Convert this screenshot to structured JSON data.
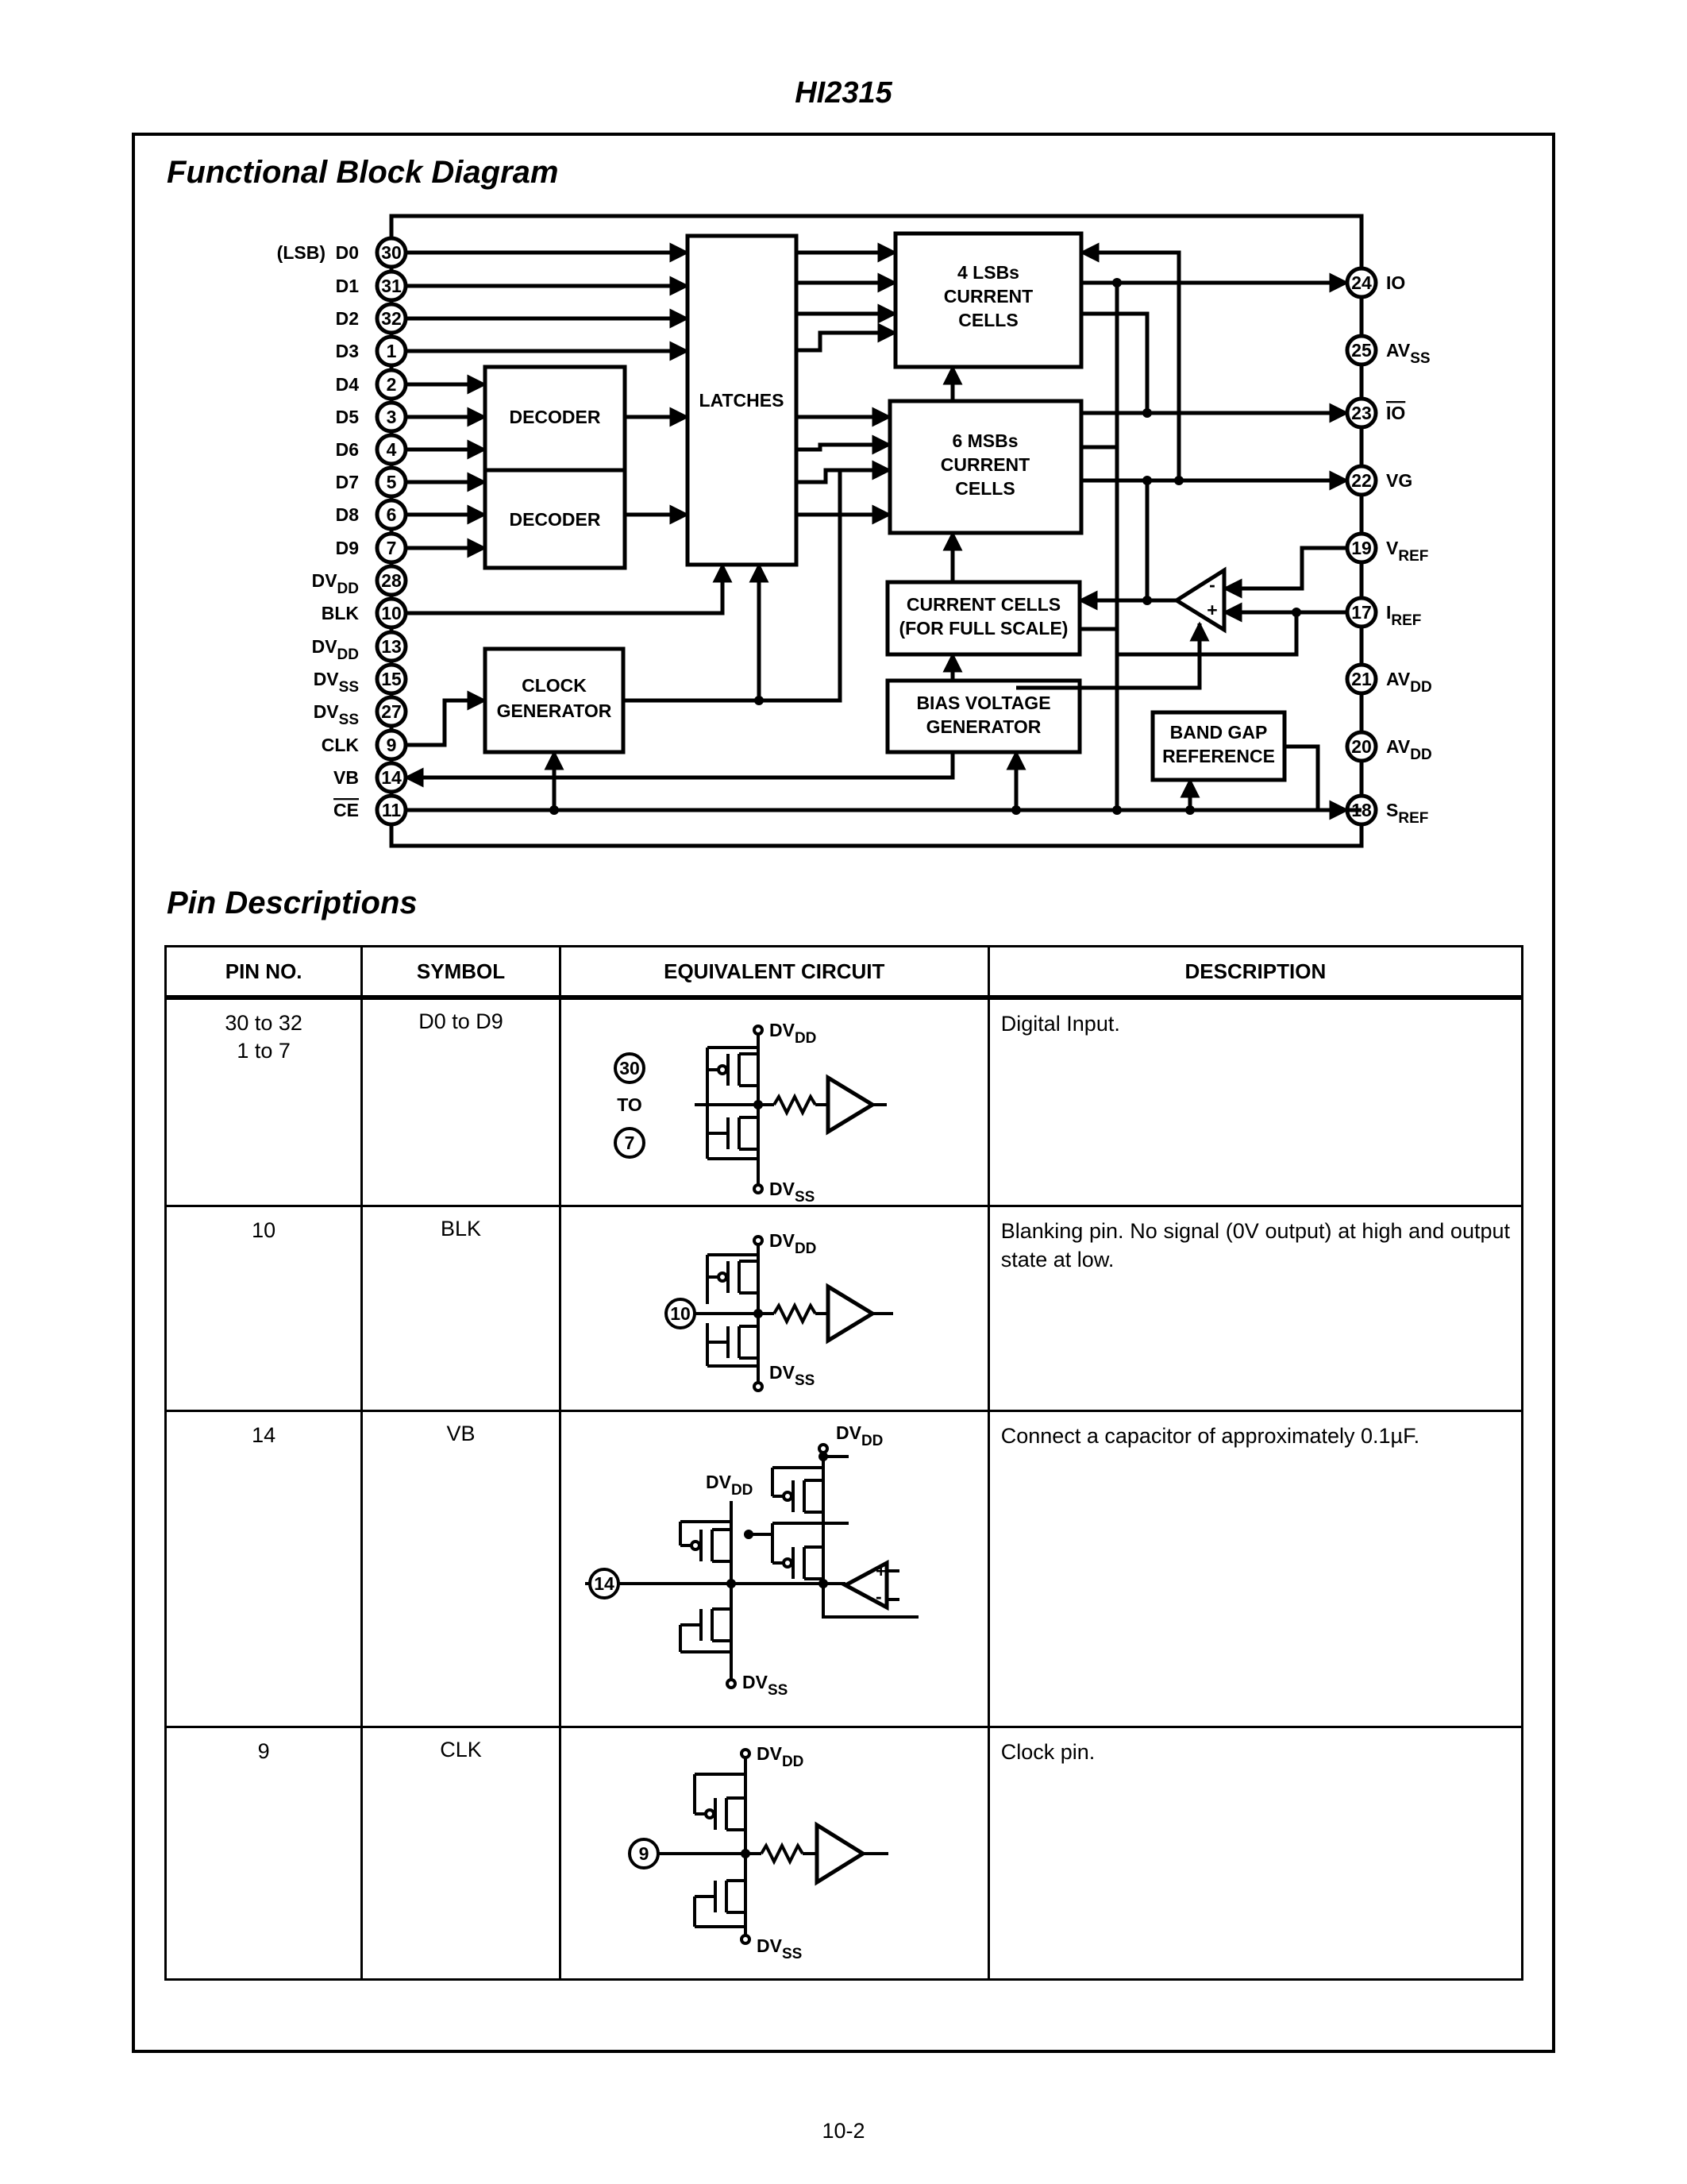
{
  "header": {
    "title": "HI2315"
  },
  "block_diagram": {
    "section_title": "Functional Block Diagram",
    "left_pins": [
      {
        "prefix": "(LSB)",
        "label": "D0",
        "sub": "",
        "pin": "30"
      },
      {
        "prefix": "",
        "label": "D1",
        "sub": "",
        "pin": "31"
      },
      {
        "prefix": "",
        "label": "D2",
        "sub": "",
        "pin": "32"
      },
      {
        "prefix": "",
        "label": "D3",
        "sub": "",
        "pin": "1"
      },
      {
        "prefix": "",
        "label": "D4",
        "sub": "",
        "pin": "2"
      },
      {
        "prefix": "",
        "label": "D5",
        "sub": "",
        "pin": "3"
      },
      {
        "prefix": "",
        "label": "D6",
        "sub": "",
        "pin": "4"
      },
      {
        "prefix": "",
        "label": "D7",
        "sub": "",
        "pin": "5"
      },
      {
        "prefix": "",
        "label": "D8",
        "sub": "",
        "pin": "6"
      },
      {
        "prefix": "",
        "label": "D9",
        "sub": "",
        "pin": "7"
      },
      {
        "prefix": "",
        "label": "DV",
        "sub": "DD",
        "pin": "28"
      },
      {
        "prefix": "",
        "label": "BLK",
        "sub": "",
        "pin": "10"
      },
      {
        "prefix": "",
        "label": "DV",
        "sub": "DD",
        "pin": "13"
      },
      {
        "prefix": "",
        "label": "DV",
        "sub": "SS",
        "pin": "15"
      },
      {
        "prefix": "",
        "label": "DV",
        "sub": "SS",
        "pin": "27"
      },
      {
        "prefix": "",
        "label": "CLK",
        "sub": "",
        "pin": "9"
      },
      {
        "prefix": "",
        "label": "VB",
        "sub": "",
        "pin": "14"
      },
      {
        "prefix": "",
        "label": "CE",
        "sub": "",
        "pin": "11",
        "overline": true
      }
    ],
    "right_pins": [
      {
        "label": "IO",
        "sub": "",
        "pin": "24"
      },
      {
        "label": "AV",
        "sub": "SS",
        "pin": "25"
      },
      {
        "label": "IO",
        "sub": "",
        "pin": "23",
        "overline": true
      },
      {
        "label": "VG",
        "sub": "",
        "pin": "22"
      },
      {
        "label": "V",
        "sub": "REF",
        "pin": "19"
      },
      {
        "label": "I",
        "sub": "REF",
        "pin": "17"
      },
      {
        "label": "AV",
        "sub": "DD",
        "pin": "21"
      },
      {
        "label": "AV",
        "sub": "DD",
        "pin": "20"
      },
      {
        "label": "S",
        "sub": "REF",
        "pin": "18"
      }
    ],
    "blocks": {
      "decoder_1": "DECODER",
      "decoder_2": "DECODER",
      "latches": "LATCHES",
      "lsb_cells": [
        "4 LSBs",
        "CURRENT",
        "CELLS"
      ],
      "msb_cells": [
        "6 MSBs",
        "CURRENT",
        "CELLS"
      ],
      "full_scale_cells": [
        "CURRENT CELLS",
        "(FOR FULL SCALE)"
      ],
      "bias_generator": [
        "BIAS VOLTAGE",
        "GENERATOR"
      ],
      "clock_generator": [
        "CLOCK",
        "GENERATOR"
      ],
      "band_gap": [
        "BAND GAP",
        "REFERENCE"
      ],
      "amp_minus": "-",
      "amp_plus": "+"
    }
  },
  "pin_descriptions": {
    "section_title": "Pin Descriptions",
    "columns": [
      "PIN NO.",
      "SYMBOL",
      "EQUIVALENT CIRCUIT",
      "DESCRIPTION"
    ],
    "rows": [
      {
        "pin_no": [
          "30 to 32",
          "1 to 7"
        ],
        "symbol": "D0 to D9",
        "description": "Digital Input.",
        "circuit": {
          "pin_a": "30",
          "to": "TO",
          "pin_b": "7",
          "vdd": "DV",
          "vdd_sub": "DD",
          "vss": "DV",
          "vss_sub": "SS"
        }
      },
      {
        "pin_no": [
          "10"
        ],
        "symbol": "BLK",
        "description": "Blanking pin. No signal (0V output) at high and output state at low.",
        "circuit": {
          "pin": "10",
          "vdd": "DV",
          "vdd_sub": "DD",
          "vss": "DV",
          "vss_sub": "SS"
        }
      },
      {
        "pin_no": [
          "14"
        ],
        "symbol": "VB",
        "description": "Connect a capacitor of approximately 0.1µF.",
        "circuit": {
          "pin": "14",
          "vdd": "DV",
          "vdd_sub": "DD",
          "vdd2": "DV",
          "vdd2_sub": "DD",
          "vss": "DV",
          "vss_sub": "SS",
          "amp_plus": "+",
          "amp_minus": "-"
        }
      },
      {
        "pin_no": [
          "9"
        ],
        "symbol": "CLK",
        "description": "Clock pin.",
        "circuit": {
          "pin": "9",
          "vdd": "DV",
          "vdd_sub": "DD",
          "vss": "DV",
          "vss_sub": "SS"
        }
      }
    ]
  },
  "footer": {
    "page_number": "10-2"
  }
}
